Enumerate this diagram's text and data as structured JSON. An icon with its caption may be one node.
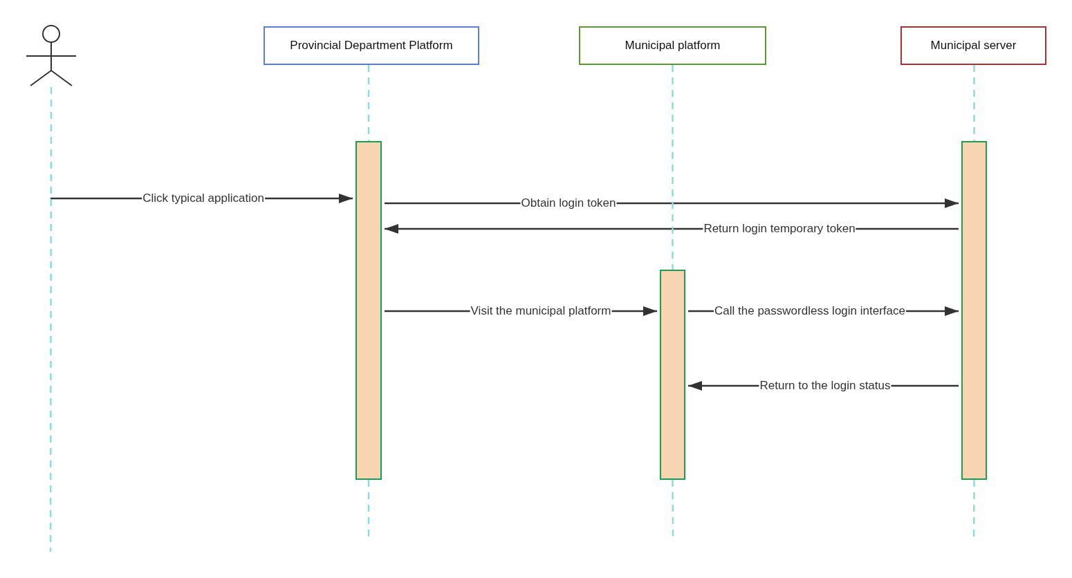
{
  "diagram": {
    "nodes": [
      {
        "text": [],
        "shape": "person"
      },
      {
        "text": [
          "Provincial Department Platform"
        ]
      },
      {
        "text": [
          "Municipal platform"
        ]
      },
      {
        "text": [
          "Municipal server"
        ]
      },
      {
        "text": [],
        "shape": "bar"
      },
      {
        "text": [],
        "shape": "bar"
      },
      {
        "text": [],
        "shape": "bar"
      }
    ],
    "edges": [
      {
        "from": null,
        "to": 4,
        "arrow": "to",
        "label": "Click typical application",
        "color": "#333333"
      },
      {
        "from": 4,
        "to": 6,
        "arrow": "to",
        "label": "Obtain login token",
        "color": "#333333"
      },
      {
        "from": 6,
        "to": 4,
        "arrow": "to",
        "label": "Return login temporary token",
        "color": "#333333"
      },
      {
        "from": 4,
        "to": 5,
        "arrow": "to",
        "label": "Visit the municipal platform",
        "color": "#333333"
      },
      {
        "from": 5,
        "to": 6,
        "arrow": "to",
        "label": "Call the passwordless login interface",
        "color": "#333333"
      },
      {
        "from": 6,
        "to": 5,
        "arrow": "to",
        "label": "Return to the login status",
        "color": "#333333"
      },
      {
        "from": 0,
        "to": null,
        "arrow": "none",
        "style": "dashed",
        "color": "#8adddd"
      },
      {
        "from": 1,
        "to": 4,
        "arrow": "none",
        "style": "dashed",
        "color": "#8adddd"
      },
      {
        "from": 4,
        "to": null,
        "arrow": "none",
        "style": "dashed",
        "color": "#8adddd"
      },
      {
        "from": 2,
        "to": 5,
        "arrow": "none",
        "style": "dashed",
        "color": "#8adddd"
      },
      {
        "from": 5,
        "to": null,
        "arrow": "none",
        "style": "dashed",
        "color": "#8adddd"
      },
      {
        "from": 3,
        "to": 6,
        "arrow": "none",
        "style": "dashed",
        "color": "#8adddd"
      },
      {
        "from": 6,
        "to": null,
        "arrow": "none",
        "style": "dashed",
        "color": "#8adddd"
      }
    ]
  }
}
